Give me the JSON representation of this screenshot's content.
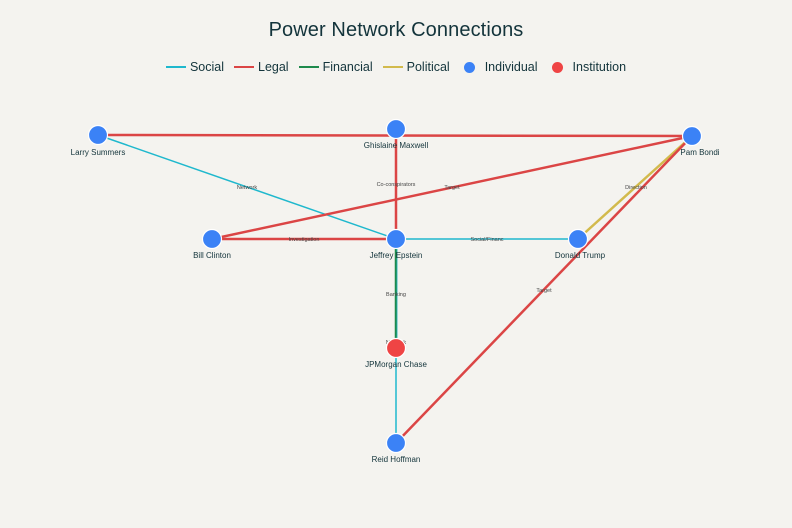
{
  "title": "Power Network Connections",
  "legend": [
    {
      "label": "Social",
      "kind": "line",
      "color": "#1fb8cd"
    },
    {
      "label": "Legal",
      "kind": "line",
      "color": "#db4545"
    },
    {
      "label": "Financial",
      "kind": "line",
      "color": "#1e8a4c"
    },
    {
      "label": "Political",
      "kind": "line",
      "color": "#d2ba4c"
    },
    {
      "label": "Individual",
      "kind": "dot",
      "color": "#3b82f6"
    },
    {
      "label": "Institution",
      "kind": "dot",
      "color": "#ef4444"
    }
  ],
  "colors": {
    "Social": "#1fb8cd",
    "Legal": "#db4545",
    "Financial": "#1e8a4c",
    "Political": "#d2ba4c",
    "Individual": "#3b82f6",
    "Institution": "#ef4444"
  },
  "nodes": [
    {
      "id": "larry",
      "label": "Larry Summers",
      "type": "Individual"
    },
    {
      "id": "maxwell",
      "label": "Ghislaine Maxwell",
      "type": "Individual"
    },
    {
      "id": "bondi",
      "label": "Pam Bondi",
      "type": "Individual"
    },
    {
      "id": "clinton",
      "label": "Bill Clinton",
      "type": "Individual"
    },
    {
      "id": "epstein",
      "label": "Jeffrey Epstein",
      "type": "Individual"
    },
    {
      "id": "trump",
      "label": "Donald Trump",
      "type": "Individual"
    },
    {
      "id": "jpm",
      "label": "JPMorgan Chase",
      "type": "Institution"
    },
    {
      "id": "hoffman",
      "label": "Reid Hoffman",
      "type": "Individual"
    }
  ],
  "edges": [
    {
      "source": "larry",
      "target": "bondi",
      "type": "Legal",
      "label": ""
    },
    {
      "source": "larry",
      "target": "epstein",
      "type": "Social",
      "label": "Network"
    },
    {
      "source": "maxwell",
      "target": "epstein",
      "type": "Legal",
      "label": "Co-conspirators"
    },
    {
      "source": "clinton",
      "target": "bondi",
      "type": "Legal",
      "label": "Target"
    },
    {
      "source": "clinton",
      "target": "epstein",
      "type": "Legal",
      "label": "Investigation"
    },
    {
      "source": "epstein",
      "target": "trump",
      "type": "Social",
      "label": "Social/Financ"
    },
    {
      "source": "trump",
      "target": "bondi",
      "type": "Political",
      "label": "Direction"
    },
    {
      "source": "epstein",
      "target": "jpm",
      "type": "Financial",
      "label": "Banking"
    },
    {
      "source": "jpm",
      "target": "hoffman",
      "type": "Social",
      "label": "Network"
    },
    {
      "source": "hoffman",
      "target": "bondi",
      "type": "Legal",
      "label": "Target"
    }
  ]
}
